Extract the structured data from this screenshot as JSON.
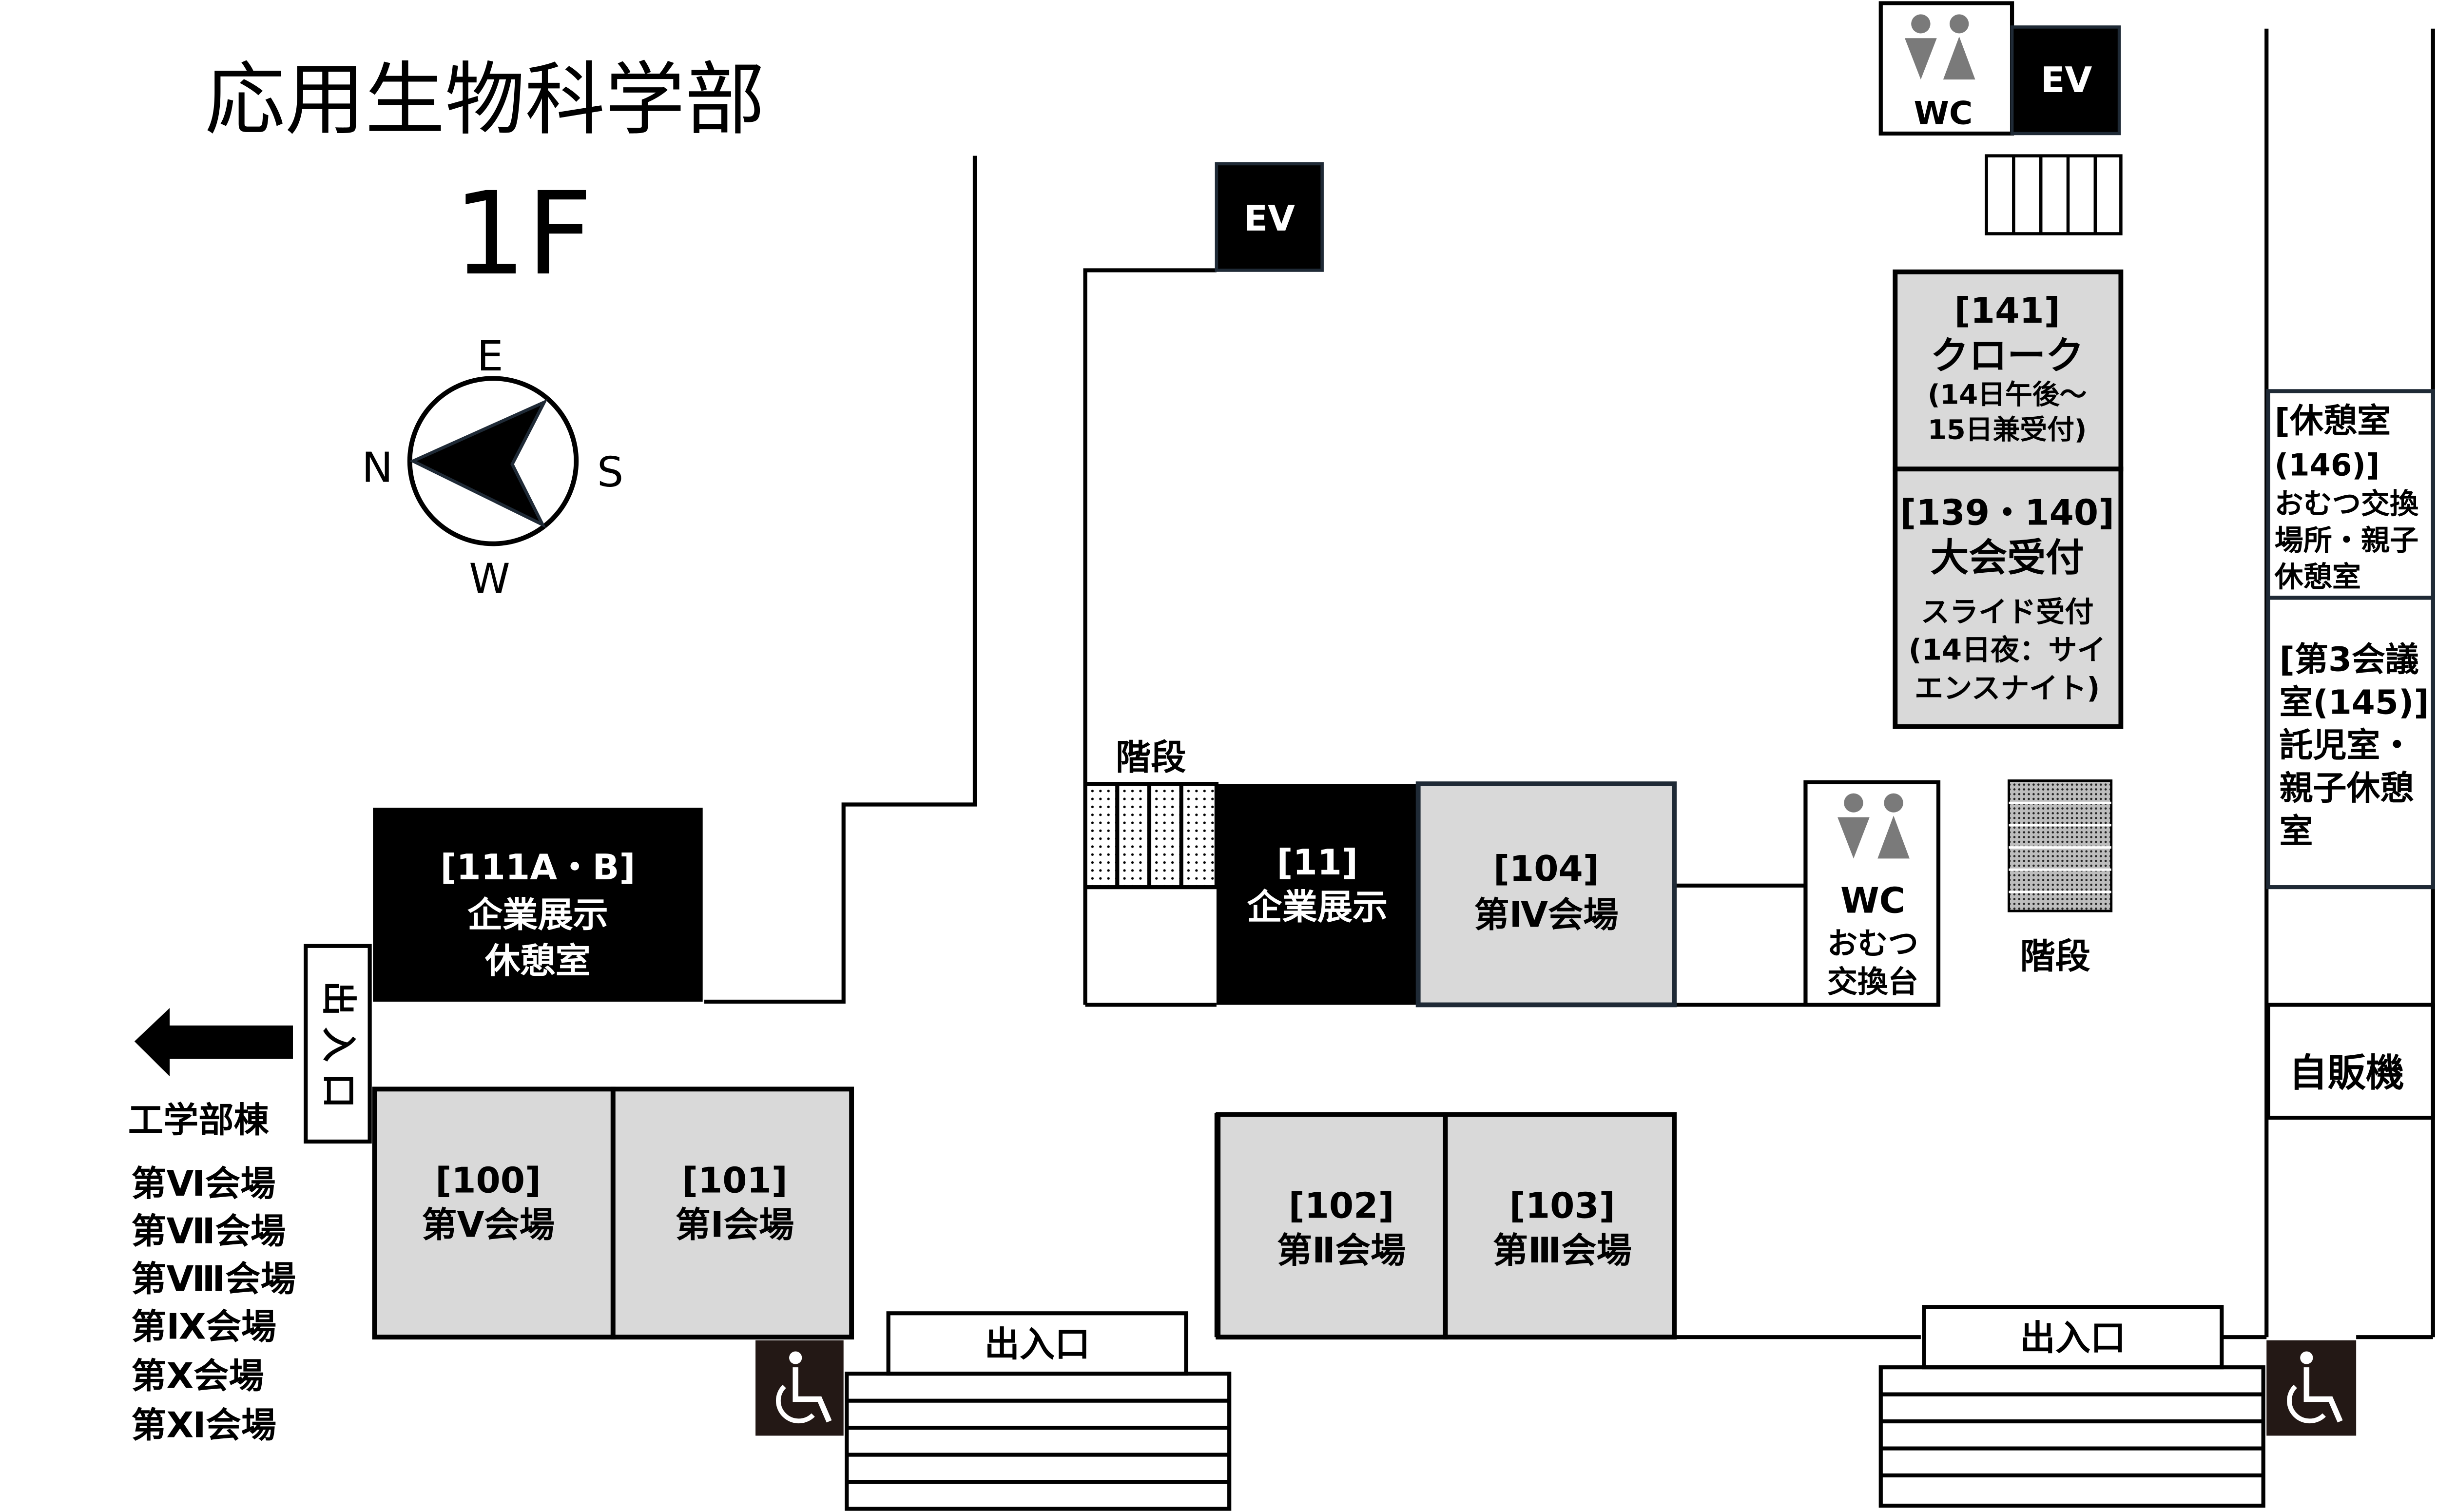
{
  "header": {
    "building": "応用生物科学部",
    "floor": "1F"
  },
  "compass": {
    "north": "N",
    "east": "E",
    "south": "S",
    "west": "W"
  },
  "colors": {
    "black_room": "#000000",
    "gray_room": "#d9d9d9",
    "line": "#000000",
    "ev_border": "#1f2a36",
    "icon_gray": "#7a7a7a"
  },
  "rooms": {
    "r111": {
      "line1": "[111A・B]",
      "line2": "企業展示",
      "line3": "休憩室"
    },
    "r11": {
      "line1": "[11]",
      "line2": "企業展示"
    },
    "r104": {
      "line1": "[104]",
      "line2": "第Ⅳ会場"
    },
    "r100": {
      "line1": "[100]",
      "line2": "第Ⅴ会場"
    },
    "r101": {
      "line1": "[101]",
      "line2": "第Ⅰ会場"
    },
    "r102": {
      "line1": "[102]",
      "line2": "第Ⅱ会場"
    },
    "r103": {
      "line1": "[103]",
      "line2": "第Ⅲ会場"
    },
    "r141": {
      "line1": "[141]",
      "line2": "クローク",
      "line3": "(14日午後～",
      "line4": "15日兼受付)"
    },
    "r139": {
      "line1": "[139・140]",
      "line2": "大会受付",
      "line3": "スライド受付",
      "line4": "(14日夜：サイ",
      "line5": "エンスナイト)"
    },
    "r146": {
      "line1": "[休憩室",
      "line2": "(146)]",
      "line3": "おむつ交換",
      "line4": "場所・親子",
      "line5": "休憩室"
    },
    "r145": {
      "line1": "[第3会議",
      "line2": "室(145)]",
      "line3": "託児室・",
      "line4": "親子休憩",
      "line5": "室"
    }
  },
  "labels": {
    "ev": "EV",
    "wc": "WC",
    "stairs": "階段",
    "entrance": "出入口",
    "vending": "自販機",
    "diaper_line1": "おむつ",
    "diaper_line2": "交換台",
    "entrance_vertical": [
      "出",
      "入",
      "口"
    ]
  },
  "west_side": {
    "building": "工学部棟",
    "venues": [
      "第Ⅵ会場",
      "第Ⅶ会場",
      "第Ⅷ会場",
      "第Ⅸ会場",
      "第Ⅹ会場",
      "第Ⅺ会場"
    ]
  },
  "icons": [
    "compass-icon",
    "left-arrow-icon",
    "wheelchair-icon",
    "restroom-icon",
    "elevator-icon"
  ]
}
